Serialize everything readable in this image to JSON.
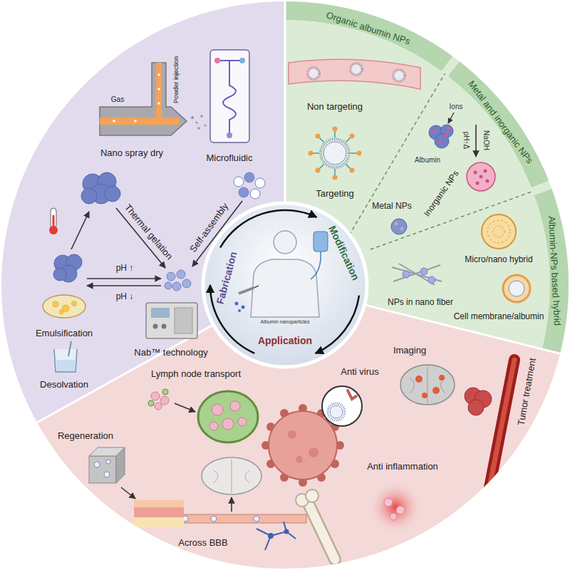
{
  "diagram": {
    "nodes": [
      {
        "text": [
          "Fabrication",
          "Modification",
          "Application",
          "Albumin nanoparticles"
        ]
      },
      {
        "text": [
          "Organic albumin NPs"
        ]
      },
      {
        "text": [
          "Metal and inorganic NPs"
        ]
      },
      {
        "text": [
          "Albumin-NPs based hybrid"
        ]
      }
    ],
    "labels": [
      "Nano spray dry",
      "Gas",
      "Powder injection",
      "Microfluidic",
      "Thermal gelation",
      "Self-assembly",
      "pH ↑",
      "pH ↓",
      "Emulsification",
      "Nab™ technology",
      "Desolvation",
      "Non targeting",
      "Targeting",
      "Ions",
      "Albumin",
      "NaOH",
      "pH↑Δ",
      "Inorganic NPs",
      "Metal NPs",
      "Micro/nano hybrid",
      "NPs in nano fiber",
      "Cell membrane/albumin",
      "Imaging",
      "Tumor treatment",
      "Anti virus",
      "Lymph node transport",
      "Regeneration",
      "Across BBB",
      "Anti inflammation"
    ]
  }
}
